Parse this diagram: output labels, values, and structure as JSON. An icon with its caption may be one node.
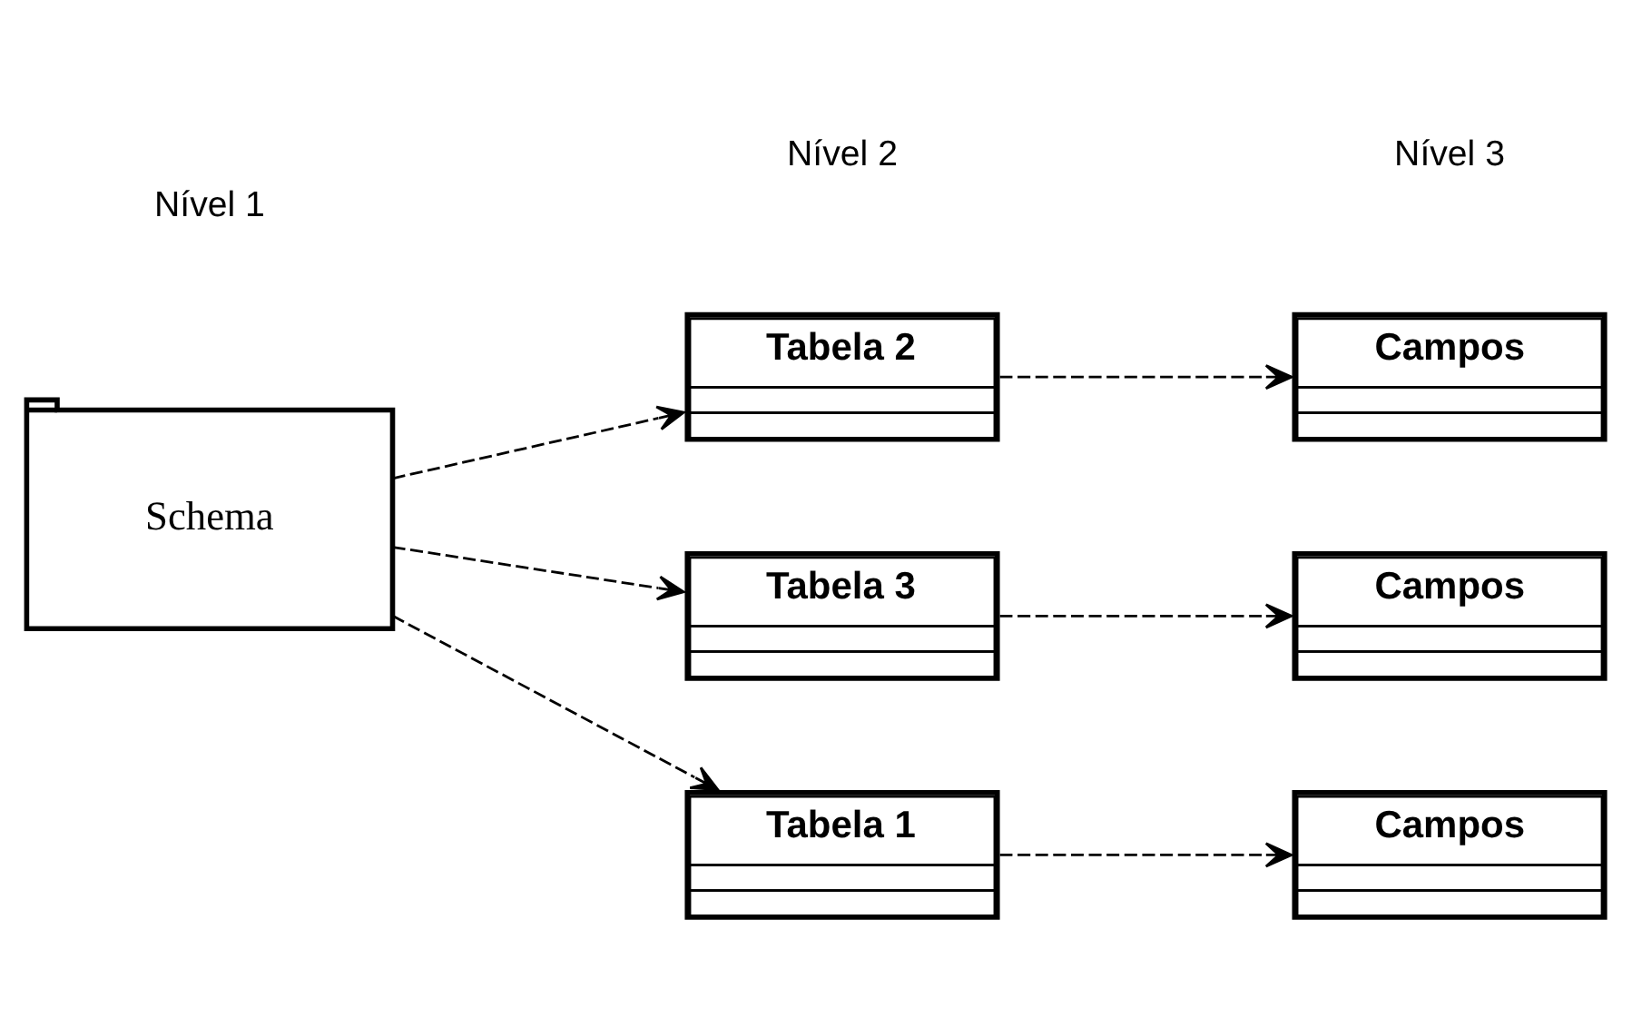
{
  "diagram": {
    "nodes": [
      {
        "text": [
          "Schema"
        ]
      },
      {
        "text": [
          "Tabela 1"
        ]
      },
      {
        "text": [
          "Tabela 2"
        ]
      },
      {
        "text": [
          "Tabela 3"
        ]
      },
      {
        "text": [
          "Campos"
        ]
      },
      {
        "text": [
          "Campos"
        ]
      },
      {
        "text": [
          "Campos"
        ]
      }
    ],
    "edges": [
      {
        "from": 0,
        "to": 1,
        "arrow": "to",
        "style": "dashed"
      },
      {
        "from": 0,
        "to": 2,
        "arrow": "to",
        "style": "dashed"
      },
      {
        "from": 0,
        "to": 3,
        "arrow": "to",
        "style": "dashed"
      },
      {
        "from": 1,
        "to": 4,
        "arrow": "to",
        "style": "dashed"
      },
      {
        "from": 2,
        "to": 5,
        "arrow": "to",
        "style": "dashed"
      },
      {
        "from": 3,
        "to": 6,
        "arrow": "to",
        "style": "dashed"
      }
    ],
    "labels": [
      "Nível 1",
      "Nível 2",
      "Nível 3"
    ]
  }
}
